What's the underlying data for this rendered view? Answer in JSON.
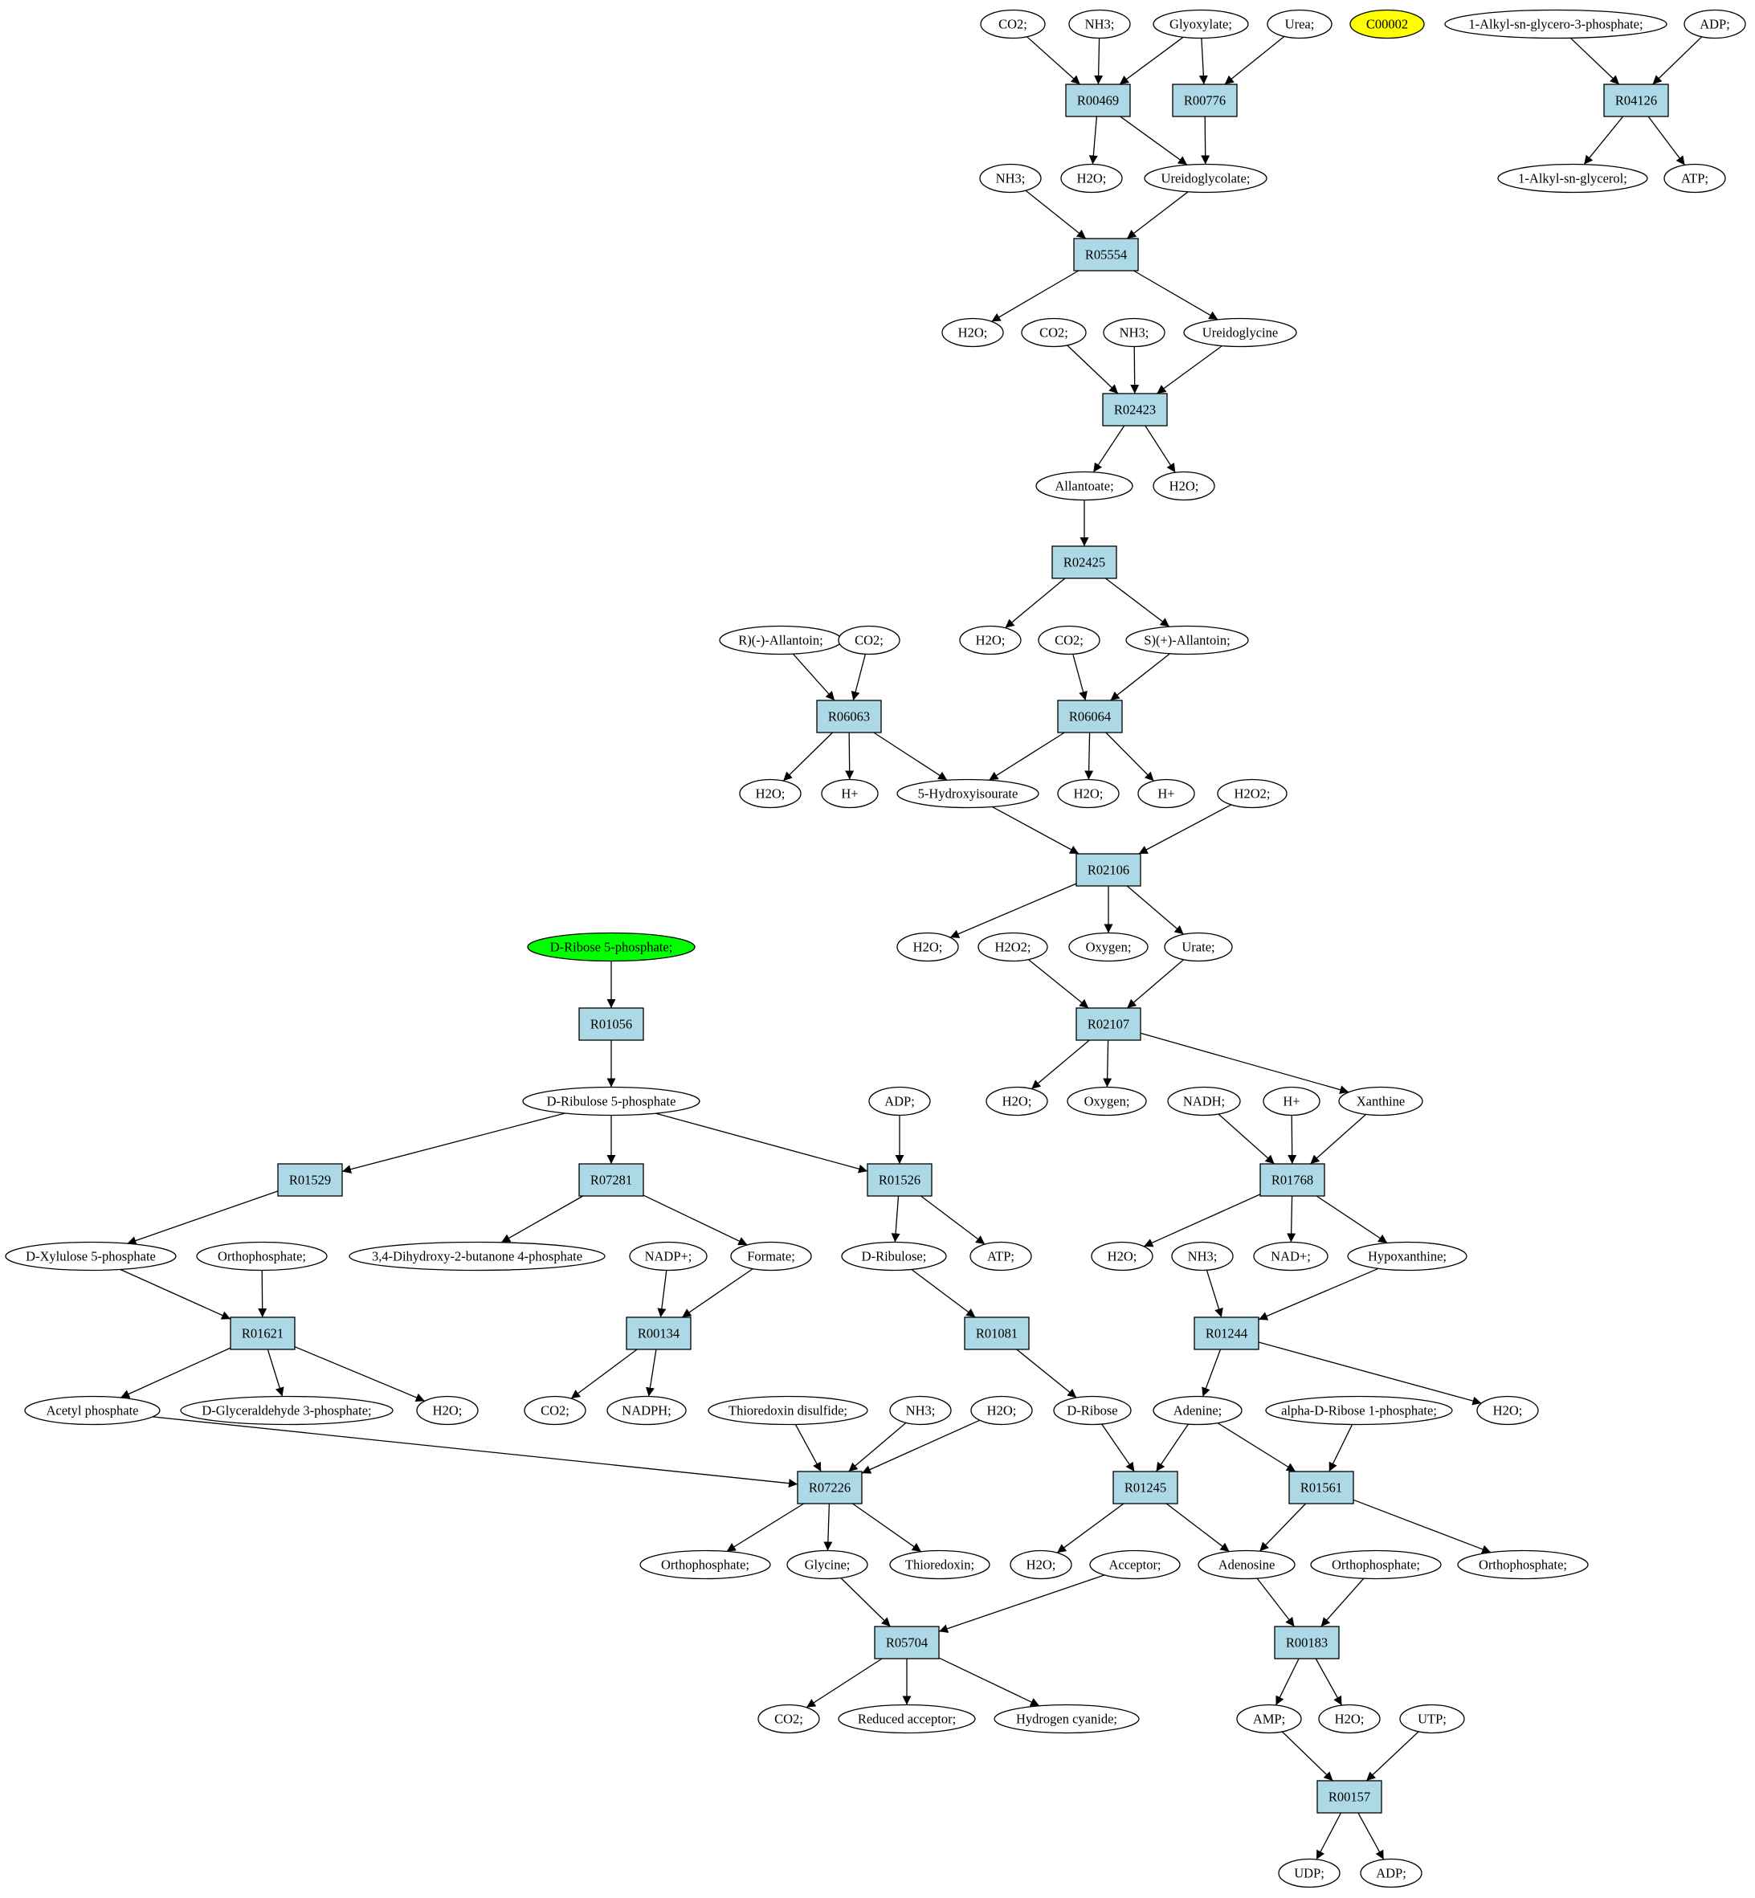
{
  "colors": {
    "compound_fill": "#ffffff",
    "reaction_fill": "#add8e6",
    "start_compound_fill": "#00ff00",
    "query_compound_fill": "#ffff00",
    "stroke": "#000000"
  },
  "nodes": [
    {
      "id": "c_co2_top",
      "label": "CO2;",
      "kind": "compound"
    },
    {
      "id": "c_nh3_top",
      "label": "NH3;",
      "kind": "compound"
    },
    {
      "id": "c_glyoxylate",
      "label": "Glyoxylate;",
      "kind": "compound"
    },
    {
      "id": "c_urea",
      "label": "Urea;",
      "kind": "compound"
    },
    {
      "id": "c_c00002",
      "label": "C00002",
      "kind": "query"
    },
    {
      "id": "c_alkylgp",
      "label": "1-Alkyl-sn-glycero-3-phosphate;",
      "kind": "compound"
    },
    {
      "id": "c_adp_top",
      "label": "ADP;",
      "kind": "compound"
    },
    {
      "id": "r_R00469",
      "label": "R00469",
      "kind": "reaction"
    },
    {
      "id": "r_R00776",
      "label": "R00776",
      "kind": "reaction"
    },
    {
      "id": "r_R04126",
      "label": "R04126",
      "kind": "reaction"
    },
    {
      "id": "c_nh3_2",
      "label": "NH3;",
      "kind": "compound"
    },
    {
      "id": "c_h2o_2",
      "label": "H2O;",
      "kind": "compound"
    },
    {
      "id": "c_ureidoglycolate",
      "label": "Ureidoglycolate;",
      "kind": "compound"
    },
    {
      "id": "c_alkylglycerol",
      "label": "1-Alkyl-sn-glycerol;",
      "kind": "compound"
    },
    {
      "id": "c_atp_top",
      "label": "ATP;",
      "kind": "compound"
    },
    {
      "id": "r_R05554",
      "label": "R05554",
      "kind": "reaction"
    },
    {
      "id": "c_h2o_3",
      "label": "H2O;",
      "kind": "compound"
    },
    {
      "id": "c_co2_3",
      "label": "CO2;",
      "kind": "compound"
    },
    {
      "id": "c_nh3_3",
      "label": "NH3;",
      "kind": "compound"
    },
    {
      "id": "c_ureidoglycine",
      "label": "Ureidoglycine",
      "kind": "compound"
    },
    {
      "id": "r_R02423",
      "label": "R02423",
      "kind": "reaction"
    },
    {
      "id": "c_allantoate",
      "label": "Allantoate;",
      "kind": "compound"
    },
    {
      "id": "c_h2o_4",
      "label": "H2O;",
      "kind": "compound"
    },
    {
      "id": "r_R02425",
      "label": "R02425",
      "kind": "reaction"
    },
    {
      "id": "c_r_allantoin",
      "label": "R)(-)-Allantoin;",
      "kind": "compound"
    },
    {
      "id": "c_co2_5a",
      "label": "CO2;",
      "kind": "compound"
    },
    {
      "id": "c_h2o_5",
      "label": "H2O;",
      "kind": "compound"
    },
    {
      "id": "c_co2_5b",
      "label": "CO2;",
      "kind": "compound"
    },
    {
      "id": "c_s_allantoin",
      "label": "S)(+)-Allantoin;",
      "kind": "compound"
    },
    {
      "id": "r_R06063",
      "label": "R06063",
      "kind": "reaction"
    },
    {
      "id": "r_R06064",
      "label": "R06064",
      "kind": "reaction"
    },
    {
      "id": "c_h2o_6a",
      "label": "H2O;",
      "kind": "compound"
    },
    {
      "id": "c_hplus_6a",
      "label": "H+",
      "kind": "compound"
    },
    {
      "id": "c_hydroxyisourate",
      "label": "5-Hydroxyisourate",
      "kind": "compound"
    },
    {
      "id": "c_h2o_6b",
      "label": "H2O;",
      "kind": "compound"
    },
    {
      "id": "c_hplus_6b",
      "label": "H+",
      "kind": "compound"
    },
    {
      "id": "c_h2o2_6",
      "label": "H2O2;",
      "kind": "compound"
    },
    {
      "id": "r_R02106",
      "label": "R02106",
      "kind": "reaction"
    },
    {
      "id": "c_ribose5p",
      "label": "D-Ribose 5-phosphate;",
      "kind": "start"
    },
    {
      "id": "c_h2o_7",
      "label": "H2O;",
      "kind": "compound"
    },
    {
      "id": "c_h2o2_7",
      "label": "H2O2;",
      "kind": "compound"
    },
    {
      "id": "c_oxygen_7",
      "label": "Oxygen;",
      "kind": "compound"
    },
    {
      "id": "c_urate",
      "label": "Urate;",
      "kind": "compound"
    },
    {
      "id": "r_R01056",
      "label": "R01056",
      "kind": "reaction"
    },
    {
      "id": "r_R02107",
      "label": "R02107",
      "kind": "reaction"
    },
    {
      "id": "c_ribulose5p",
      "label": "D-Ribulose 5-phosphate",
      "kind": "compound"
    },
    {
      "id": "c_adp_8",
      "label": "ADP;",
      "kind": "compound"
    },
    {
      "id": "c_h2o_8",
      "label": "H2O;",
      "kind": "compound"
    },
    {
      "id": "c_oxygen_8",
      "label": "Oxygen;",
      "kind": "compound"
    },
    {
      "id": "c_nadh",
      "label": "NADH;",
      "kind": "compound"
    },
    {
      "id": "c_hplus_8",
      "label": "H+",
      "kind": "compound"
    },
    {
      "id": "c_xanthine",
      "label": "Xanthine",
      "kind": "compound"
    },
    {
      "id": "r_R01529",
      "label": "R01529",
      "kind": "reaction"
    },
    {
      "id": "r_R07281",
      "label": "R07281",
      "kind": "reaction"
    },
    {
      "id": "r_R01526",
      "label": "R01526",
      "kind": "reaction"
    },
    {
      "id": "r_R01768",
      "label": "R01768",
      "kind": "reaction"
    },
    {
      "id": "c_xylulose5p",
      "label": "D-Xylulose 5-phosphate",
      "kind": "compound"
    },
    {
      "id": "c_orthophosphate_9",
      "label": "Orthophosphate;",
      "kind": "compound"
    },
    {
      "id": "c_dhbp",
      "label": "3,4-Dihydroxy-2-butanone 4-phosphate",
      "kind": "compound"
    },
    {
      "id": "c_nadp",
      "label": "NADP+;",
      "kind": "compound"
    },
    {
      "id": "c_formate",
      "label": "Formate;",
      "kind": "compound"
    },
    {
      "id": "c_ribulose",
      "label": "D-Ribulose;",
      "kind": "compound"
    },
    {
      "id": "c_atp_9",
      "label": "ATP;",
      "kind": "compound"
    },
    {
      "id": "c_h2o_9",
      "label": "H2O;",
      "kind": "compound"
    },
    {
      "id": "c_nh3_9",
      "label": "NH3;",
      "kind": "compound"
    },
    {
      "id": "c_nadplus",
      "label": "NAD+;",
      "kind": "compound"
    },
    {
      "id": "c_hypoxanthine",
      "label": "Hypoxanthine;",
      "kind": "compound"
    },
    {
      "id": "r_R01621",
      "label": "R01621",
      "kind": "reaction"
    },
    {
      "id": "r_R00134",
      "label": "R00134",
      "kind": "reaction"
    },
    {
      "id": "r_R01081",
      "label": "R01081",
      "kind": "reaction"
    },
    {
      "id": "r_R01244",
      "label": "R01244",
      "kind": "reaction"
    },
    {
      "id": "c_acetylp",
      "label": "Acetyl phosphate",
      "kind": "compound"
    },
    {
      "id": "c_g3p",
      "label": "D-Glyceraldehyde 3-phosphate;",
      "kind": "compound"
    },
    {
      "id": "c_h2o_10a",
      "label": "H2O;",
      "kind": "compound"
    },
    {
      "id": "c_co2_10",
      "label": "CO2;",
      "kind": "compound"
    },
    {
      "id": "c_nadph",
      "label": "NADPH;",
      "kind": "compound"
    },
    {
      "id": "c_trxss",
      "label": "Thioredoxin disulfide;",
      "kind": "compound"
    },
    {
      "id": "c_nh3_10",
      "label": "NH3;",
      "kind": "compound"
    },
    {
      "id": "c_h2o_10b",
      "label": "H2O;",
      "kind": "compound"
    },
    {
      "id": "c_dribose",
      "label": "D-Ribose",
      "kind": "compound"
    },
    {
      "id": "c_adenine",
      "label": "Adenine;",
      "kind": "compound"
    },
    {
      "id": "c_adr1p",
      "label": "alpha-D-Ribose 1-phosphate;",
      "kind": "compound"
    },
    {
      "id": "c_h2o_10c",
      "label": "H2O;",
      "kind": "compound"
    },
    {
      "id": "r_R07226",
      "label": "R07226",
      "kind": "reaction"
    },
    {
      "id": "r_R01245",
      "label": "R01245",
      "kind": "reaction"
    },
    {
      "id": "r_R01561",
      "label": "R01561",
      "kind": "reaction"
    },
    {
      "id": "c_orthophosphate_11a",
      "label": "Orthophosphate;",
      "kind": "compound"
    },
    {
      "id": "c_glycine",
      "label": "Glycine;",
      "kind": "compound"
    },
    {
      "id": "c_thioredoxin",
      "label": "Thioredoxin;",
      "kind": "compound"
    },
    {
      "id": "c_h2o_11",
      "label": "H2O;",
      "kind": "compound"
    },
    {
      "id": "c_acceptor",
      "label": "Acceptor;",
      "kind": "compound"
    },
    {
      "id": "c_adenosine",
      "label": "Adenosine",
      "kind": "compound"
    },
    {
      "id": "c_orthophosphate_11b",
      "label": "Orthophosphate;",
      "kind": "compound"
    },
    {
      "id": "c_orthophosphate_11c",
      "label": "Orthophosphate;",
      "kind": "compound"
    },
    {
      "id": "r_R05704",
      "label": "R05704",
      "kind": "reaction"
    },
    {
      "id": "r_R00183",
      "label": "R00183",
      "kind": "reaction"
    },
    {
      "id": "c_co2_12",
      "label": "CO2;",
      "kind": "compound"
    },
    {
      "id": "c_reduced_acceptor",
      "label": "Reduced acceptor;",
      "kind": "compound"
    },
    {
      "id": "c_hcn",
      "label": "Hydrogen cyanide;",
      "kind": "compound"
    },
    {
      "id": "c_amp",
      "label": "AMP;",
      "kind": "compound"
    },
    {
      "id": "c_h2o_12",
      "label": "H2O;",
      "kind": "compound"
    },
    {
      "id": "c_utp",
      "label": "UTP;",
      "kind": "compound"
    },
    {
      "id": "r_R00157",
      "label": "R00157",
      "kind": "reaction"
    },
    {
      "id": "c_udp",
      "label": "UDP;",
      "kind": "compound"
    },
    {
      "id": "c_adp_13",
      "label": "ADP;",
      "kind": "compound"
    }
  ],
  "edges": [
    [
      "c_co2_top",
      "r_R00469"
    ],
    [
      "c_nh3_top",
      "r_R00469"
    ],
    [
      "c_glyoxylate",
      "r_R00469"
    ],
    [
      "c_glyoxylate",
      "r_R00776"
    ],
    [
      "c_urea",
      "r_R00776"
    ],
    [
      "c_alkylgp",
      "r_R04126"
    ],
    [
      "c_adp_top",
      "r_R04126"
    ],
    [
      "r_R00469",
      "c_h2o_2"
    ],
    [
      "r_R00469",
      "c_ureidoglycolate"
    ],
    [
      "r_R00776",
      "c_ureidoglycolate"
    ],
    [
      "r_R04126",
      "c_alkylglycerol"
    ],
    [
      "r_R04126",
      "c_atp_top"
    ],
    [
      "c_nh3_2",
      "r_R05554"
    ],
    [
      "c_ureidoglycolate",
      "r_R05554"
    ],
    [
      "r_R05554",
      "c_h2o_3"
    ],
    [
      "r_R05554",
      "c_ureidoglycine"
    ],
    [
      "c_co2_3",
      "r_R02423"
    ],
    [
      "c_nh3_3",
      "r_R02423"
    ],
    [
      "c_ureidoglycine",
      "r_R02423"
    ],
    [
      "r_R02423",
      "c_allantoate"
    ],
    [
      "r_R02423",
      "c_h2o_4"
    ],
    [
      "c_allantoate",
      "r_R02425"
    ],
    [
      "r_R02425",
      "c_h2o_5"
    ],
    [
      "r_R02425",
      "c_s_allantoin"
    ],
    [
      "c_r_allantoin",
      "r_R06063"
    ],
    [
      "c_co2_5a",
      "r_R06063"
    ],
    [
      "c_co2_5b",
      "r_R06064"
    ],
    [
      "c_s_allantoin",
      "r_R06064"
    ],
    [
      "r_R06063",
      "c_h2o_6a"
    ],
    [
      "r_R06063",
      "c_hplus_6a"
    ],
    [
      "r_R06063",
      "c_hydroxyisourate"
    ],
    [
      "r_R06064",
      "c_hydroxyisourate"
    ],
    [
      "r_R06064",
      "c_h2o_6b"
    ],
    [
      "r_R06064",
      "c_hplus_6b"
    ],
    [
      "c_hydroxyisourate",
      "r_R02106"
    ],
    [
      "c_h2o2_6",
      "r_R02106"
    ],
    [
      "r_R02106",
      "c_h2o_7"
    ],
    [
      "r_R02106",
      "c_oxygen_7"
    ],
    [
      "r_R02106",
      "c_urate"
    ],
    [
      "c_h2o2_7",
      "r_R02107"
    ],
    [
      "c_urate",
      "r_R02107"
    ],
    [
      "c_ribose5p",
      "r_R01056"
    ],
    [
      "r_R01056",
      "c_ribulose5p"
    ],
    [
      "r_R02107",
      "c_h2o_8"
    ],
    [
      "r_R02107",
      "c_oxygen_8"
    ],
    [
      "r_R02107",
      "c_xanthine"
    ],
    [
      "c_ribulose5p",
      "r_R01529"
    ],
    [
      "c_ribulose5p",
      "r_R07281"
    ],
    [
      "c_ribulose5p",
      "r_R01526"
    ],
    [
      "c_adp_8",
      "r_R01526"
    ],
    [
      "c_nadh",
      "r_R01768"
    ],
    [
      "c_hplus_8",
      "r_R01768"
    ],
    [
      "c_xanthine",
      "r_R01768"
    ],
    [
      "r_R01529",
      "c_xylulose5p"
    ],
    [
      "r_R07281",
      "c_dhbp"
    ],
    [
      "r_R07281",
      "c_formate"
    ],
    [
      "r_R01526",
      "c_ribulose"
    ],
    [
      "r_R01526",
      "c_atp_9"
    ],
    [
      "r_R01768",
      "c_h2o_9"
    ],
    [
      "r_R01768",
      "c_nadplus"
    ],
    [
      "r_R01768",
      "c_hypoxanthine"
    ],
    [
      "c_xylulose5p",
      "r_R01621"
    ],
    [
      "c_orthophosphate_9",
      "r_R01621"
    ],
    [
      "c_nadp",
      "r_R00134"
    ],
    [
      "c_formate",
      "r_R00134"
    ],
    [
      "c_ribulose",
      "r_R01081"
    ],
    [
      "c_nh3_9",
      "r_R01244"
    ],
    [
      "c_hypoxanthine",
      "r_R01244"
    ],
    [
      "r_R01621",
      "c_acetylp"
    ],
    [
      "r_R01621",
      "c_g3p"
    ],
    [
      "r_R01621",
      "c_h2o_10a"
    ],
    [
      "r_R00134",
      "c_co2_10"
    ],
    [
      "r_R00134",
      "c_nadph"
    ],
    [
      "r_R01081",
      "c_dribose"
    ],
    [
      "r_R01244",
      "c_adenine"
    ],
    [
      "r_R01244",
      "c_h2o_10c"
    ],
    [
      "c_acetylp",
      "r_R07226"
    ],
    [
      "c_trxss",
      "r_R07226"
    ],
    [
      "c_nh3_10",
      "r_R07226"
    ],
    [
      "c_h2o_10b",
      "r_R07226"
    ],
    [
      "c_dribose",
      "r_R01245"
    ],
    [
      "c_adenine",
      "r_R01245"
    ],
    [
      "c_adenine",
      "r_R01561"
    ],
    [
      "c_adr1p",
      "r_R01561"
    ],
    [
      "r_R07226",
      "c_orthophosphate_11a"
    ],
    [
      "r_R07226",
      "c_glycine"
    ],
    [
      "r_R07226",
      "c_thioredoxin"
    ],
    [
      "r_R01245",
      "c_h2o_11"
    ],
    [
      "r_R01245",
      "c_adenosine"
    ],
    [
      "r_R01561",
      "c_adenosine"
    ],
    [
      "r_R01561",
      "c_orthophosphate_11c"
    ],
    [
      "c_glycine",
      "r_R05704"
    ],
    [
      "c_acceptor",
      "r_R05704"
    ],
    [
      "c_adenosine",
      "r_R00183"
    ],
    [
      "c_orthophosphate_11b",
      "r_R00183"
    ],
    [
      "r_R05704",
      "c_co2_12"
    ],
    [
      "r_R05704",
      "c_reduced_acceptor"
    ],
    [
      "r_R05704",
      "c_hcn"
    ],
    [
      "r_R00183",
      "c_amp"
    ],
    [
      "r_R00183",
      "c_h2o_12"
    ],
    [
      "c_amp",
      "r_R00157"
    ],
    [
      "c_utp",
      "r_R00157"
    ],
    [
      "r_R00157",
      "c_udp"
    ],
    [
      "r_R00157",
      "c_adp_13"
    ]
  ]
}
